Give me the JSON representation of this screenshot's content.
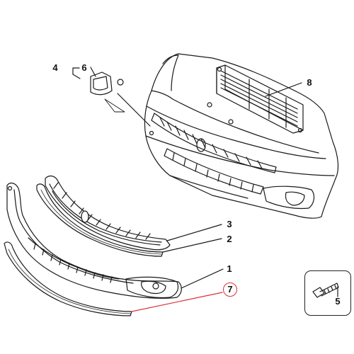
{
  "callouts": {
    "c1": "1",
    "c2": "2",
    "c3": "3",
    "c4": "4",
    "c5": "5",
    "c6": "6",
    "c7": "7",
    "c8": "8"
  },
  "colors": {
    "line": "#1a1a1a",
    "highlight": "#d8323b",
    "background": "#ffffff"
  }
}
